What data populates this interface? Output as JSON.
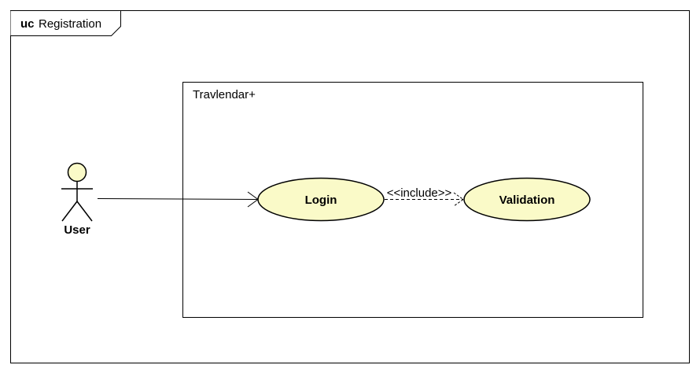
{
  "diagram": {
    "frame_keyword": "uc",
    "frame_name": "Registration",
    "system_name": "Travlendar+",
    "actor": {
      "name": "User"
    },
    "use_cases": {
      "login": "Login",
      "validation": "Validation"
    },
    "include_label": "<<include>>",
    "colors": {
      "use_case_fill": "#fafac8",
      "actor_head_fill": "#fafac8",
      "stroke": "#000000",
      "background": "#ffffff"
    }
  }
}
